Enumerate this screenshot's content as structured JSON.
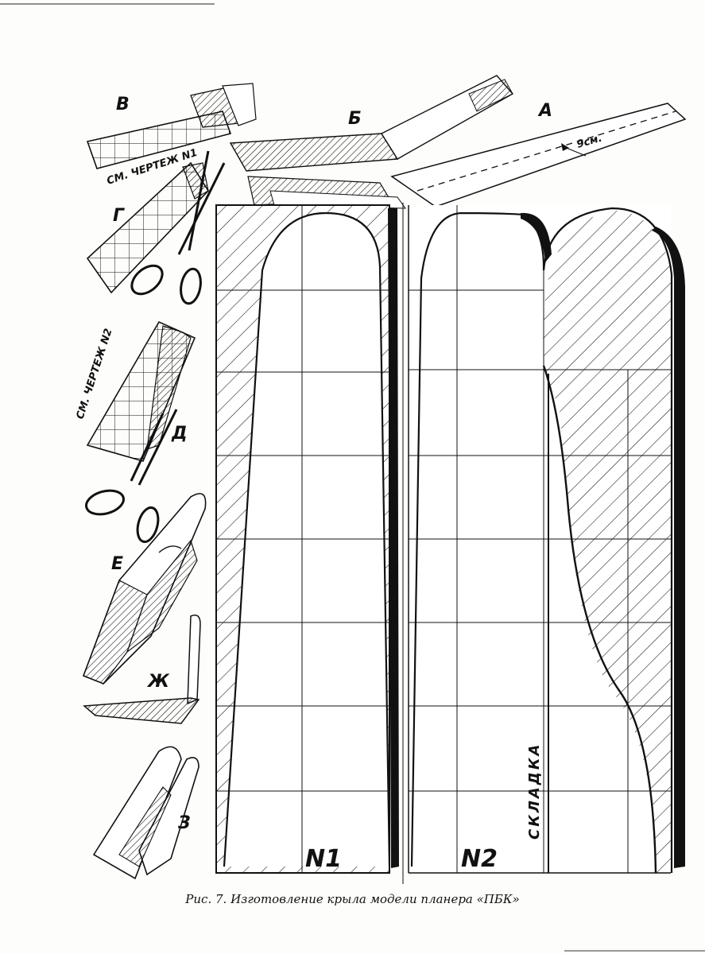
{
  "figure": {
    "caption": "Рис. 7. Изготовление крыла модели планера «ПБК»",
    "step_labels": {
      "a": "А",
      "b": "Б",
      "v": "В",
      "g": "Г",
      "d": "Д",
      "e": "Е",
      "zh": "Ж",
      "z": "З"
    },
    "dimension": "9см.",
    "drawing_ref_1": "СМ. ЧЕРТЕЖ N1",
    "drawing_ref_2": "СМ. ЧЕРТЕЖ N2",
    "pattern_1": "N1",
    "pattern_2": "N2",
    "fold_label": "СКЛАДКА"
  },
  "colors": {
    "ink": "#111111",
    "paper": "#fdfdfb"
  }
}
